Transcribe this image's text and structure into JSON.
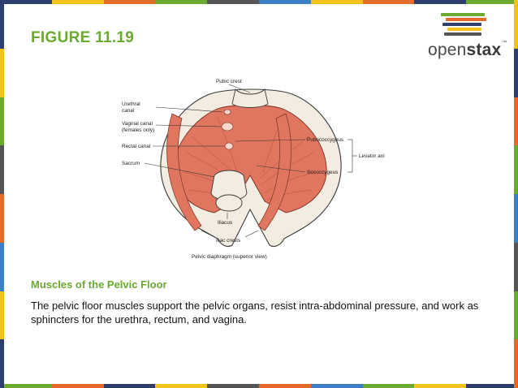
{
  "slide": {
    "title": "FIGURE 11.19",
    "caption_title": "Muscles of the Pelvic Floor",
    "caption_body": "The pelvic floor muscles support the pelvic organs, resist intra-abdominal pressure, and work as sphincters for the urethra, rectum, and vagina."
  },
  "logo": {
    "word_regular": "open",
    "word_bold": "stax",
    "trademark": "™"
  },
  "colors": {
    "accent_green": "#6aaa2e",
    "muscle": "#e07560",
    "bone": "#f3ece0",
    "border_palette": [
      "#2e3f6e",
      "#f2c318",
      "#e56b28",
      "#6aaa2e",
      "#555555",
      "#3b7fc4"
    ]
  },
  "figure": {
    "labels": {
      "pubic_crest": "Pubic crest",
      "urethral_canal_1": "Urethral",
      "urethral_canal_2": "canal",
      "vaginal_canal_1": "Vaginal canal",
      "vaginal_canal_2": "(females only)",
      "rectal_canal": "Rectal canal",
      "sacrum": "Sacrum",
      "pubococcygeus": "Pubococcygeus",
      "levator_ani": "Levator ani",
      "iliococcygeus": "Iliococcygeus",
      "iliacus": "Iliacus",
      "iliac_crests": "Iliac crests",
      "view_caption": "Pelvic diaphragm (superior view)"
    }
  }
}
